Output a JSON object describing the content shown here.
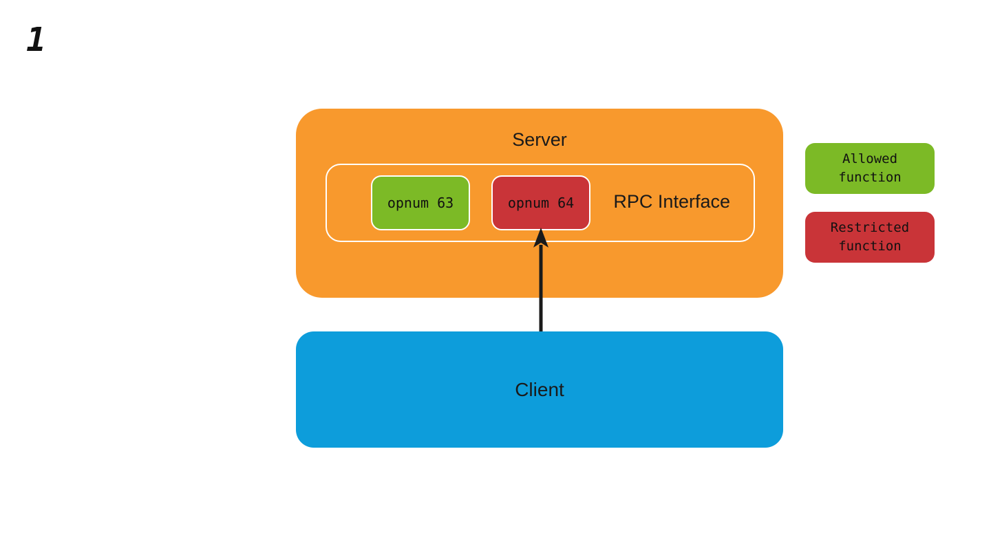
{
  "page": {
    "step_number": "1",
    "background_color": "#ffffff"
  },
  "diagram": {
    "server": {
      "label": "Server",
      "color": "#F8992D"
    },
    "rpc_interface": {
      "label": "RPC Interface",
      "border_color": "#ffffff"
    },
    "functions": {
      "opnum63": {
        "label": "opnum 63",
        "color": "#7CBA26",
        "status": "allowed"
      },
      "opnum64": {
        "label": "opnum 64",
        "color": "#C93438",
        "status": "restricted"
      }
    },
    "client": {
      "label": "Client",
      "color": "#0D9DDB"
    },
    "arrow": {
      "from": "client",
      "to": "opnum64",
      "color": "#1a1a1a"
    }
  },
  "legend": {
    "allowed": {
      "line1": "Allowed",
      "line2": "function",
      "color": "#7CBA26"
    },
    "restricted": {
      "line1": "Restricted",
      "line2": "function",
      "color": "#C93438"
    }
  }
}
